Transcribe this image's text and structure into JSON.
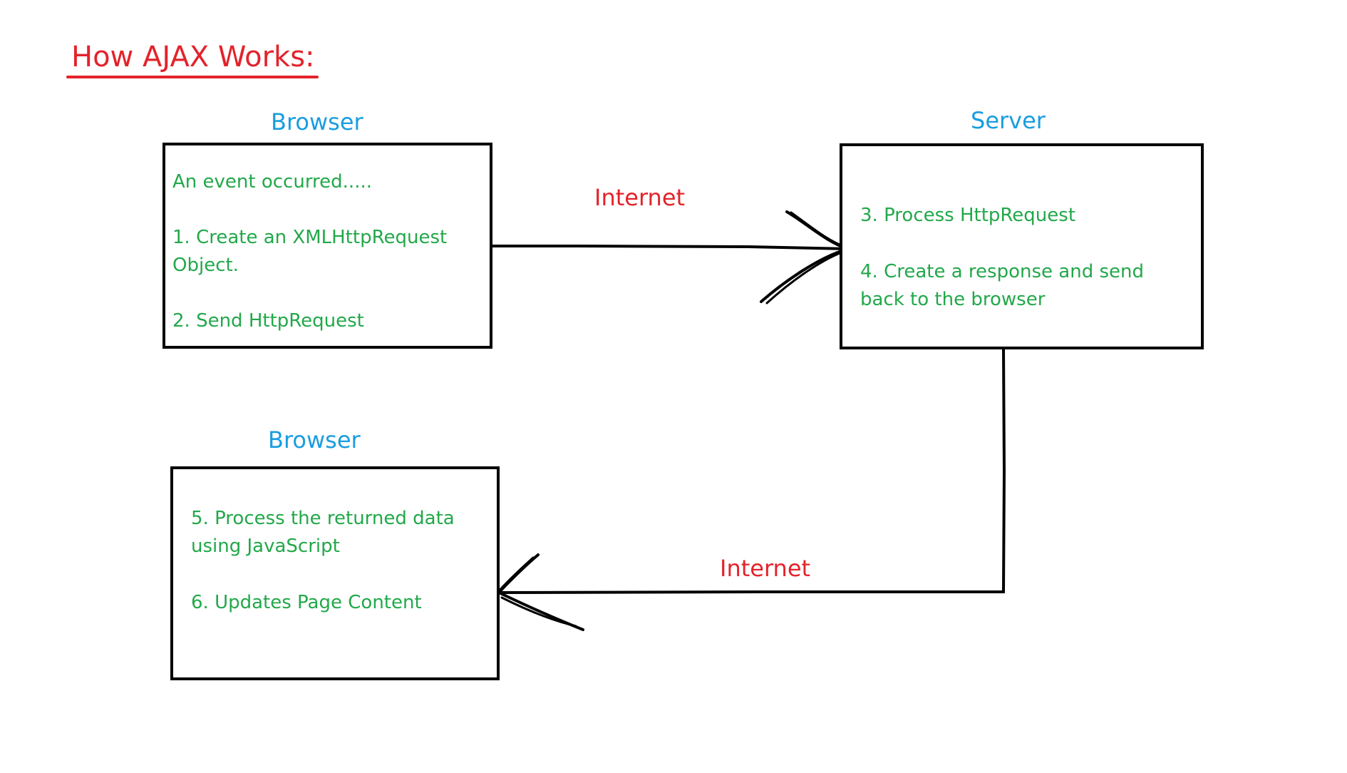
{
  "title": "How AJAX Works:",
  "colors": {
    "title": "#e3232b",
    "node_label": "#1a9de0",
    "connector_label": "#e3232b",
    "step_text": "#22a84a",
    "lines": "#000000"
  },
  "nodes": {
    "browser_top": {
      "label": "Browser",
      "intro": "An event occurred.....",
      "step1_line1": "1. Create an XMLHttpRequest",
      "step1_line2": "Object.",
      "step2": "2. Send HttpRequest"
    },
    "server": {
      "label": "Server",
      "step3": "3. Process HttpRequest",
      "step4_line1": "4. Create a response and send",
      "step4_line2": "back to the browser"
    },
    "browser_bottom": {
      "label": "Browser",
      "step5_line1": "5. Process the returned data",
      "step5_line2": "using JavaScript",
      "step6": "6. Updates Page Content"
    }
  },
  "connectors": {
    "request": "Internet",
    "response": "Internet"
  }
}
